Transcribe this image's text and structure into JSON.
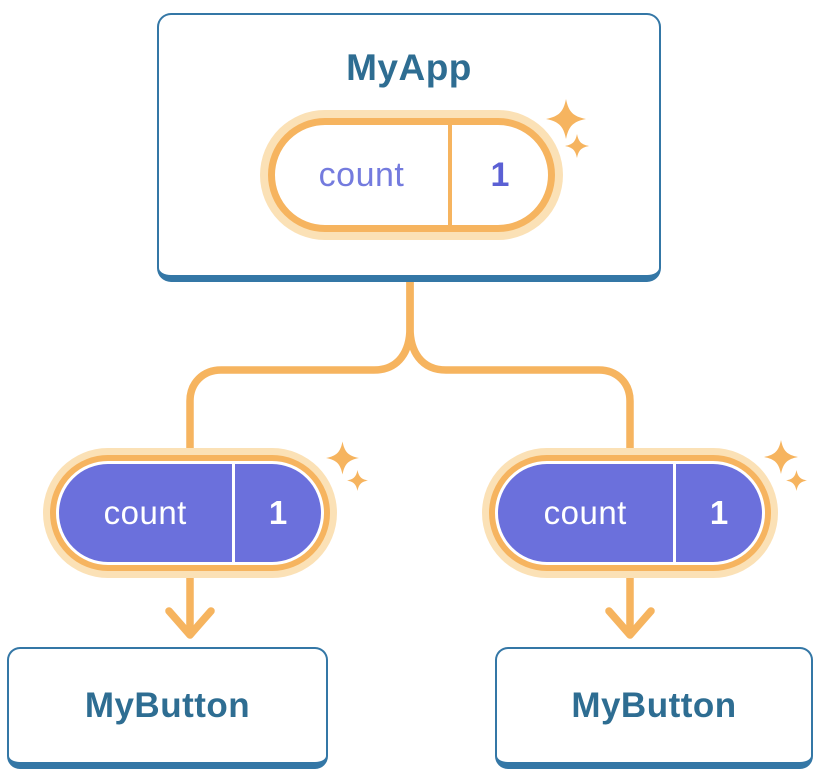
{
  "diagram": {
    "type": "component-tree",
    "root": {
      "title": "MyApp",
      "state": {
        "name": "count",
        "value": "1"
      }
    },
    "children": [
      {
        "title": "MyButton",
        "prop": {
          "name": "count",
          "value": "1"
        }
      },
      {
        "title": "MyButton",
        "prop": {
          "name": "count",
          "value": "1"
        }
      }
    ],
    "colors": {
      "accent_orange": "#F6B45F",
      "halo_orange": "#FBE1B6",
      "pill_purple": "#6B70DC",
      "purple_text": "#747BDE",
      "purple_value_text": "#5B60D4",
      "node_border_blue": "#3477A6",
      "node_text_blue": "#2E6D92",
      "background": "#FFFFFF"
    }
  }
}
